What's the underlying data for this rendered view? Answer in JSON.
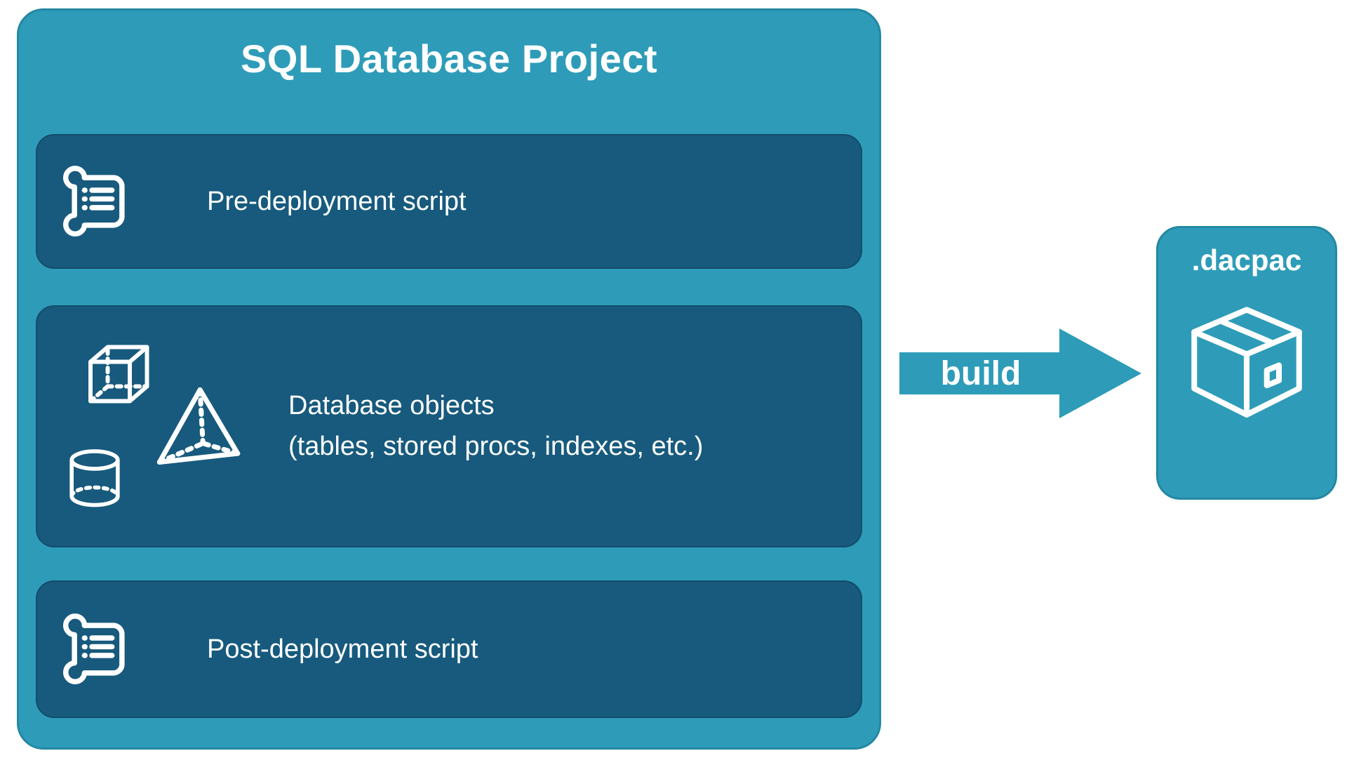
{
  "diagram": {
    "title": "SQL Database Project",
    "pre_box": {
      "label": "Pre-deployment script",
      "icon": "scroll-icon"
    },
    "objects_box": {
      "line1": "Database objects",
      "line2": "(tables, stored procs, indexes, etc.)",
      "icons": [
        "cube-icon",
        "pyramid-icon",
        "cylinder-icon"
      ]
    },
    "post_box": {
      "label": "Post-deployment script",
      "icon": "scroll-icon"
    },
    "arrow": {
      "label": "build",
      "direction": "right"
    },
    "output_box": {
      "label": ".dacpac",
      "icon": "package-icon"
    },
    "colors": {
      "background": "#FFFFFF",
      "container": "#2E9CB8",
      "container_border": "#2388A3",
      "inner_box": "#175A7D",
      "inner_border": "#134C6B",
      "text": "#FFFFFF"
    }
  }
}
